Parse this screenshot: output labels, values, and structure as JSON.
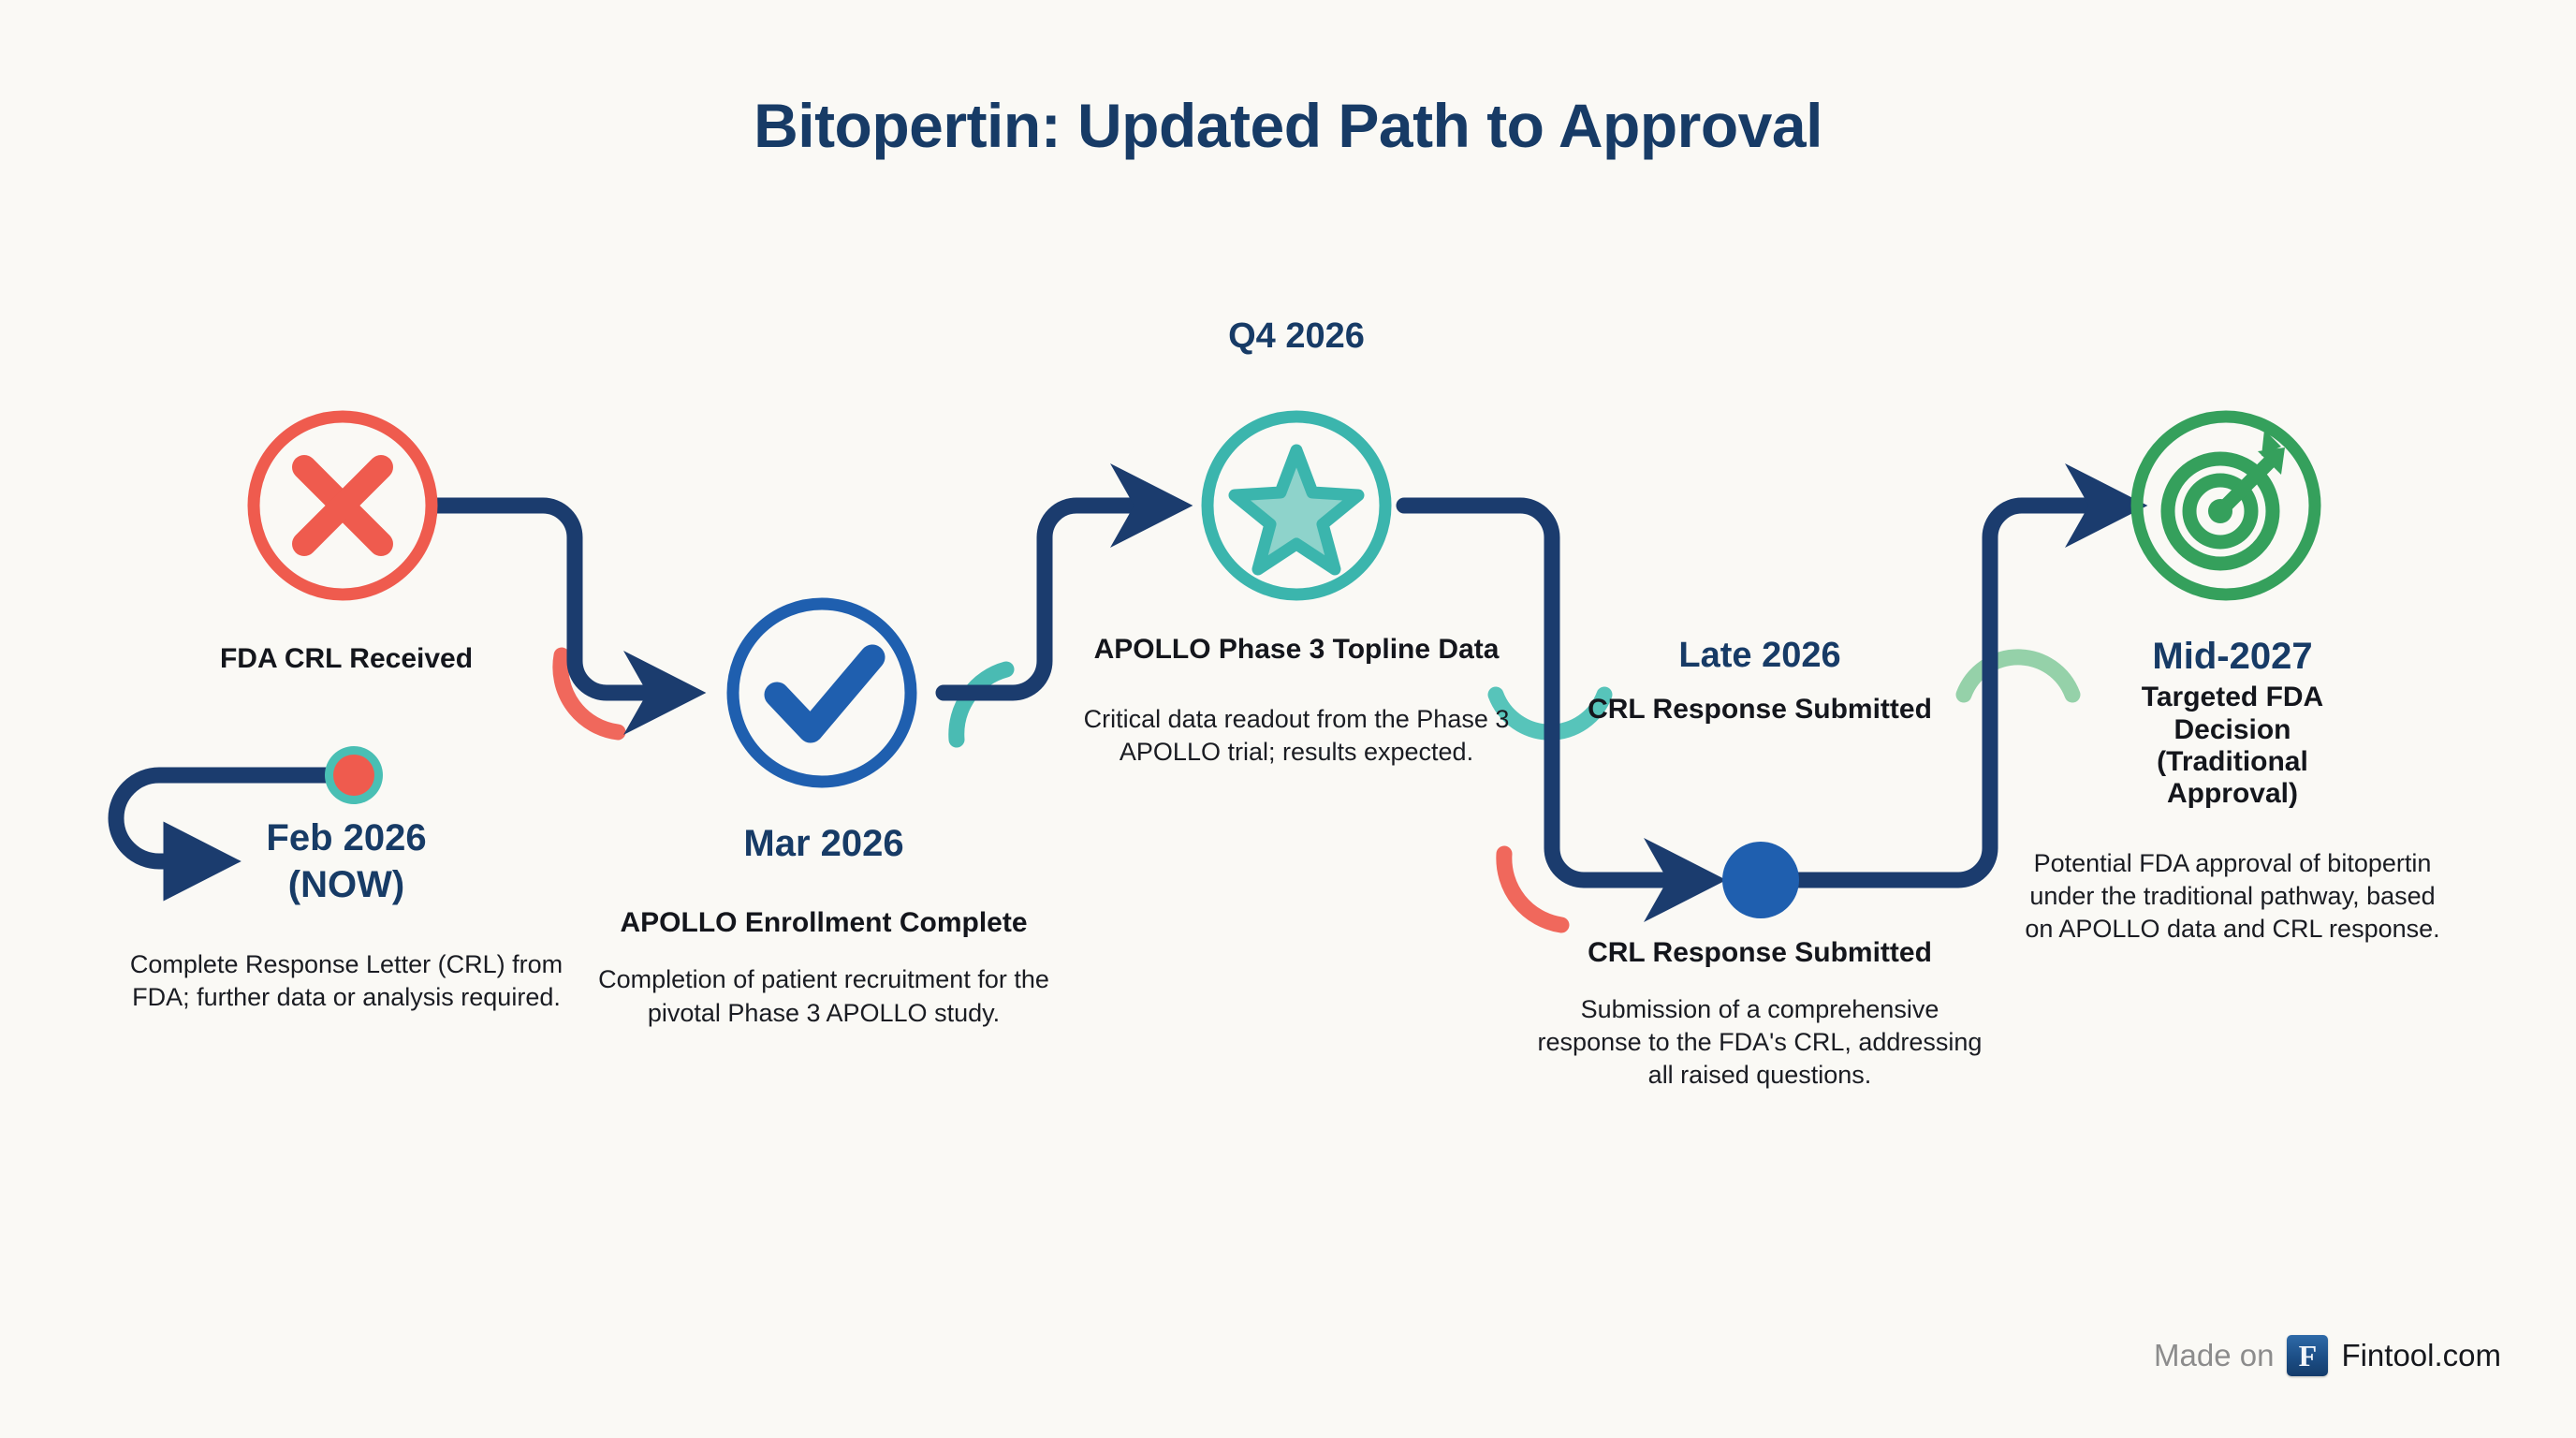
{
  "page": {
    "title": "Bitopertin: Updated Path to Approval",
    "background_color": "#FAF9F5"
  },
  "colors": {
    "navy": "#173B66",
    "connector": "#1B3C6E",
    "coral": "#EF5B4E",
    "blue": "#1F5FAF",
    "teal": "#3BB5AD",
    "teal_light": "#8ED3CB",
    "green": "#35A05C",
    "green_light": "#8FCFA4",
    "title_text": "#14161C",
    "body_text": "#1A1C22"
  },
  "now_marker": {
    "label": "NOW",
    "dot_fill": "#EF5B4E",
    "dot_ring": "#49BFB4"
  },
  "chart_data": {
    "type": "timeline",
    "title": "Bitopertin: Updated Path to Approval",
    "orientation": "horizontal-zigzag",
    "stage_count": 5,
    "stages": [
      {
        "index": 1,
        "date": "Feb 2026\n(NOW)",
        "date_line1": "Feb 2026",
        "date_line2": "(NOW)",
        "icon": "x-circle-icon",
        "icon_color": "#EF5B4E",
        "icon_label": "FDA CRL Received",
        "title": "FDA CRL Received",
        "description": "Complete Response Letter (CRL) from FDA; further data or analysis required.",
        "is_current": true,
        "row": "top"
      },
      {
        "index": 2,
        "date": "Mar 2026",
        "icon": "check-circle-icon",
        "icon_color": "#1F5FAF",
        "title": "APOLLO Enrollment Complete",
        "description": "Completion of patient recruitment for the pivotal Phase 3 APOLLO study.",
        "is_current": false,
        "row": "bottom"
      },
      {
        "index": 3,
        "date": "Q4 2026",
        "icon": "star-circle-icon",
        "icon_color": "#3BB5AD",
        "title": "APOLLO Phase 3 Topline Data",
        "description": "Critical data readout from the Phase 3 APOLLO trial; results expected.",
        "is_current": false,
        "row": "top"
      },
      {
        "index": 4,
        "date": "Late 2026",
        "icon": "filled-dot-icon",
        "icon_color": "#1F5FAF",
        "title_above": "CRL Response Submitted",
        "title": "CRL Response Submitted",
        "description": "Submission of a comprehensive response to the FDA's CRL, addressing all raised questions.",
        "is_current": false,
        "row": "bottom"
      },
      {
        "index": 5,
        "date": "Mid-2027",
        "icon": "target-bullseye-icon",
        "icon_color": "#35A05C",
        "title": "Targeted FDA Decision (Traditional Approval)",
        "title_line1": "Targeted FDA",
        "title_line2": "Decision",
        "title_line3": "(Traditional",
        "title_line4": "Approval)",
        "description": "Potential FDA approval of bitopertin under the traditional pathway, based on APOLLO data and CRL response.",
        "is_current": false,
        "row": "top"
      }
    ]
  },
  "footer": {
    "made_on": "Made on",
    "logo_letter": "F",
    "brand": "Fintool.com"
  }
}
